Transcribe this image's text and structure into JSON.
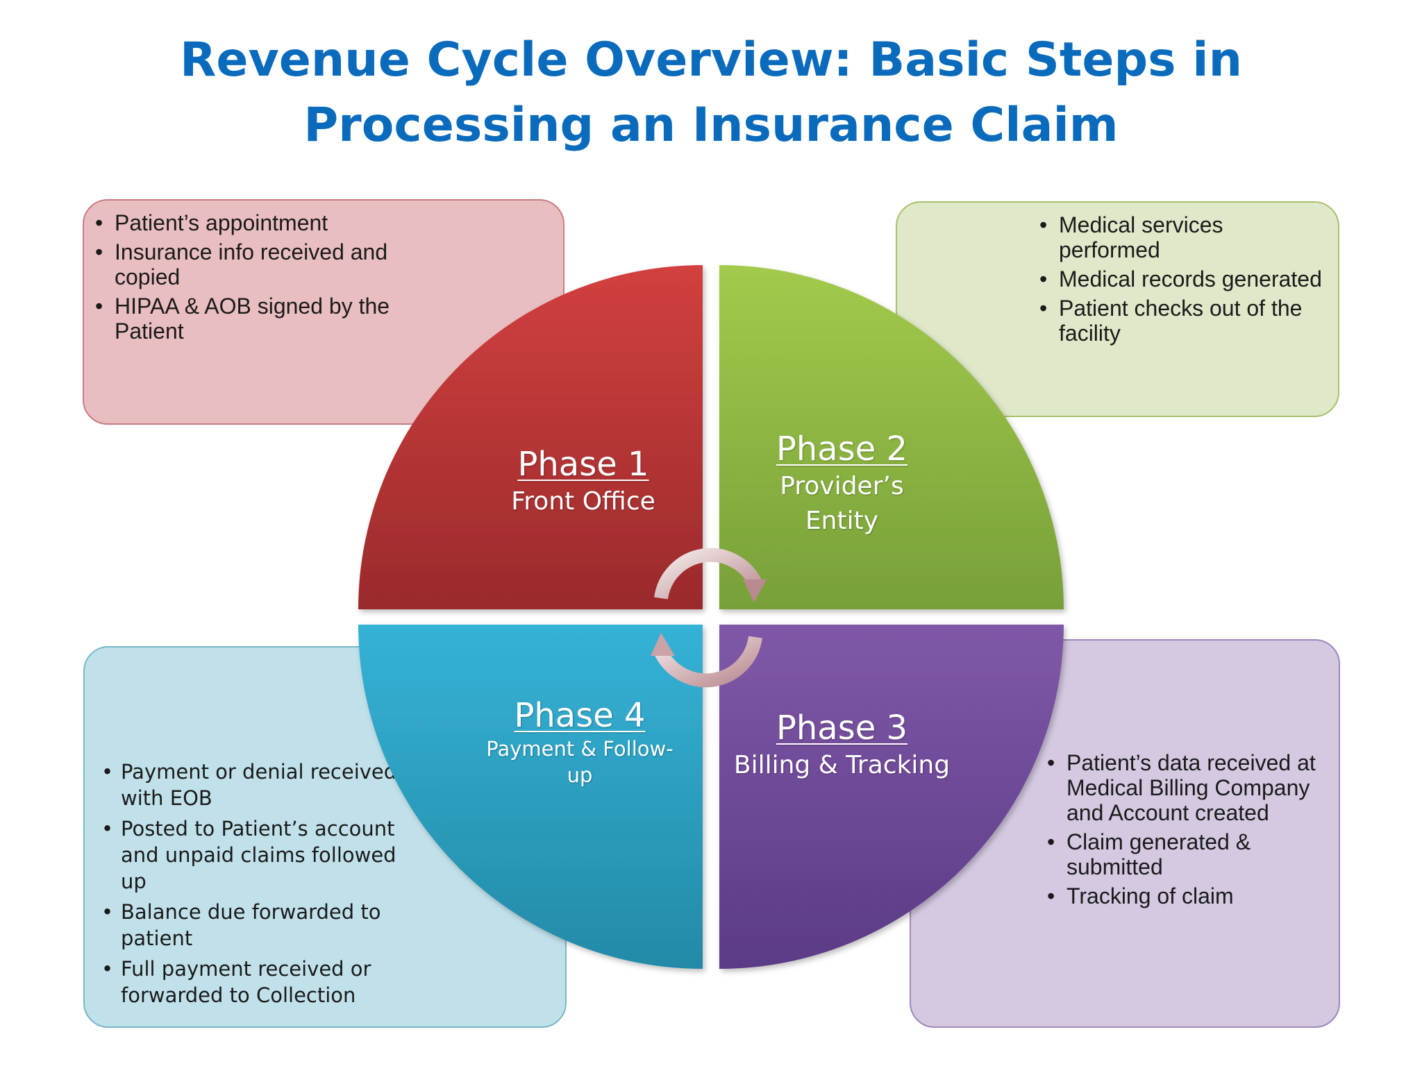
{
  "title": "Revenue Cycle Overview: Basic Steps in Processing an Insurance Claim",
  "colors": {
    "title": "#0a6bbd",
    "phase_1": "#c0393b",
    "phase_2": "#8cb543",
    "phase_3": "#6a4a9a",
    "phase_4": "#2c9bbd"
  },
  "phases": [
    {
      "heading": "Phase 1",
      "name": "Front Office",
      "bullets": [
        "Patient’s appointment",
        "Insurance info received and copied",
        "HIPAA & AOB signed by the Patient"
      ]
    },
    {
      "heading": "Phase 2",
      "name": "Provider’s Entity",
      "bullets": [
        "Medical services performed",
        "Medical records generated",
        "Patient checks out of the facility"
      ]
    },
    {
      "heading": "Phase 3",
      "name": "Billing & Tracking",
      "bullets": [
        "Patient’s data received at Medical Billing Company and Account created",
        "Claim generated & submitted",
        "Tracking of claim"
      ]
    },
    {
      "heading": "Phase 4",
      "name": "Payment & Follow-up",
      "bullets": [
        "Payment or denial received with EOB",
        "Posted to Patient’s account and unpaid claims followed up",
        "Balance due forwarded to patient",
        "Full payment received or forwarded to Collection"
      ]
    }
  ],
  "cycle_arrows": [
    "arrow-clockwise-top",
    "arrow-clockwise-bottom"
  ]
}
